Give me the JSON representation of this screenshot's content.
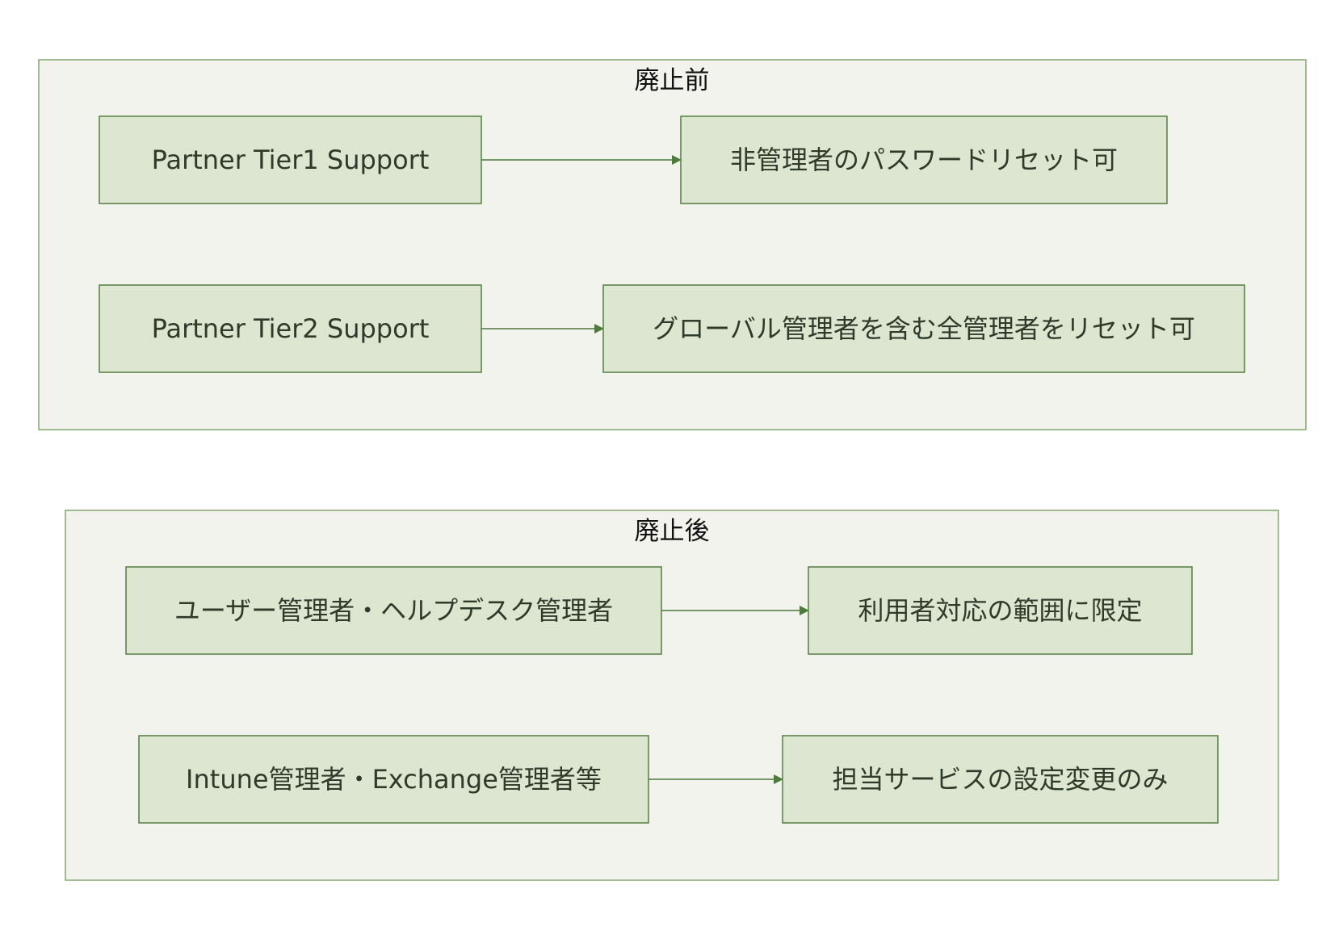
{
  "colors": {
    "group_fill": "#f1f3ec",
    "group_border": "#8aab7a",
    "node_fill": "#dce6d0",
    "node_border": "#5c8549",
    "node_text": "#2f3b2a",
    "edge": "#4e7a3c"
  },
  "groups": [
    {
      "title": "廃止前",
      "rows": [
        {
          "source": "Partner Tier1 Support",
          "target": "非管理者のパスワードリセット可"
        },
        {
          "source": "Partner Tier2 Support",
          "target": "グローバル管理者を含む全管理者をリセット可"
        }
      ]
    },
    {
      "title": "廃止後",
      "rows": [
        {
          "source": "ユーザー管理者・ヘルプデスク管理者",
          "target": "利用者対応の範囲に限定"
        },
        {
          "source": "Intune管理者・Exchange管理者等",
          "target": "担当サービスの設定変更のみ"
        }
      ]
    }
  ]
}
